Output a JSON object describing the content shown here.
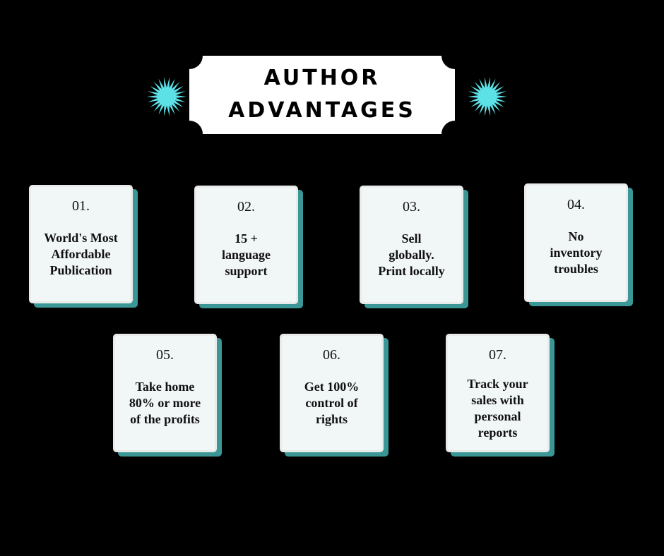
{
  "header": {
    "title_line1": "AUTHOR",
    "title_line2": "ADVANTAGES"
  },
  "colors": {
    "accent": "#5ce1e6",
    "card_shadow": "#3b9696",
    "card_face": "#f1f6f6"
  },
  "cards": [
    {
      "number": "01.",
      "lines": [
        "World's Most",
        "Affordable",
        "Publication"
      ]
    },
    {
      "number": "02.",
      "lines": [
        "15 +",
        "language",
        "support"
      ]
    },
    {
      "number": "03.",
      "lines": [
        "Sell",
        "globally.",
        "Print locally"
      ]
    },
    {
      "number": "04.",
      "lines": [
        "No",
        "inventory",
        "troubles"
      ]
    },
    {
      "number": "05.",
      "lines": [
        "Take home",
        "80% or more",
        "of the profits"
      ]
    },
    {
      "number": "06.",
      "lines": [
        "Get 100%",
        "control of",
        "rights"
      ]
    },
    {
      "number": "07.",
      "lines": [
        "Track your",
        "sales with",
        "personal",
        "reports"
      ]
    }
  ]
}
